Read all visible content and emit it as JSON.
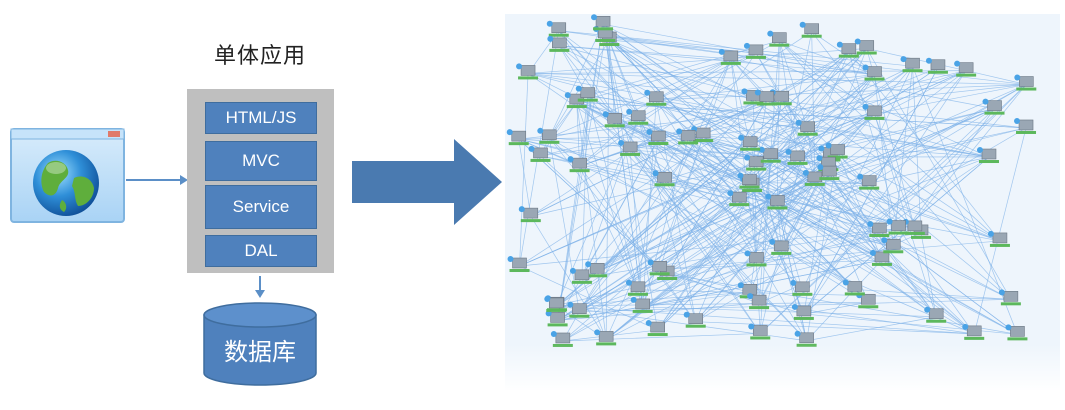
{
  "monolith": {
    "title": "单体应用",
    "layers": [
      "HTML/JS",
      "MVC",
      "Service",
      "DAL"
    ],
    "database_label": "数据库"
  },
  "icons": {
    "client": "globe-browser-icon",
    "flow_arrow": "right-arrow-icon",
    "database": "database-cylinder-icon",
    "mesh": "microservice-network-graph"
  },
  "colors": {
    "layer_blue": "#4f81bd",
    "container_grey": "#bfbfbf",
    "arrow_blue": "#4a7ab0",
    "mesh_line": "#7fb2e8",
    "node_green": "#5cb85c"
  }
}
